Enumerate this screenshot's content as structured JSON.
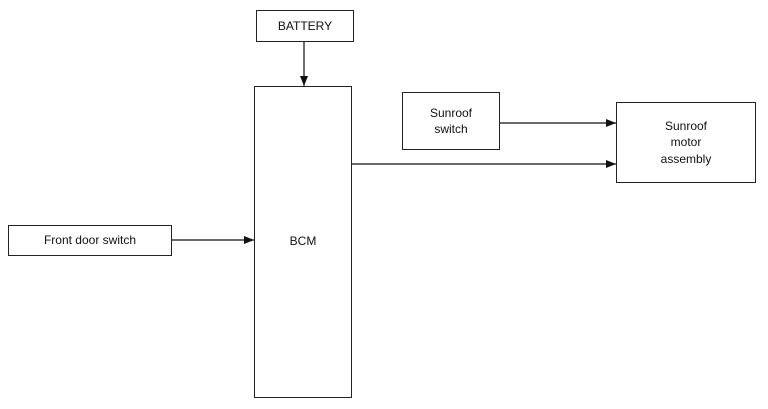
{
  "nodes": {
    "battery": "BATTERY",
    "bcm": "BCM",
    "sunroof_switch": "Sunroof\nswitch",
    "sunroof_motor_assembly": "Sunroof\nmotor\nassembly",
    "front_door_switch": "Front door switch"
  },
  "colors": {
    "line": "#111111",
    "box_border": "#222222"
  }
}
